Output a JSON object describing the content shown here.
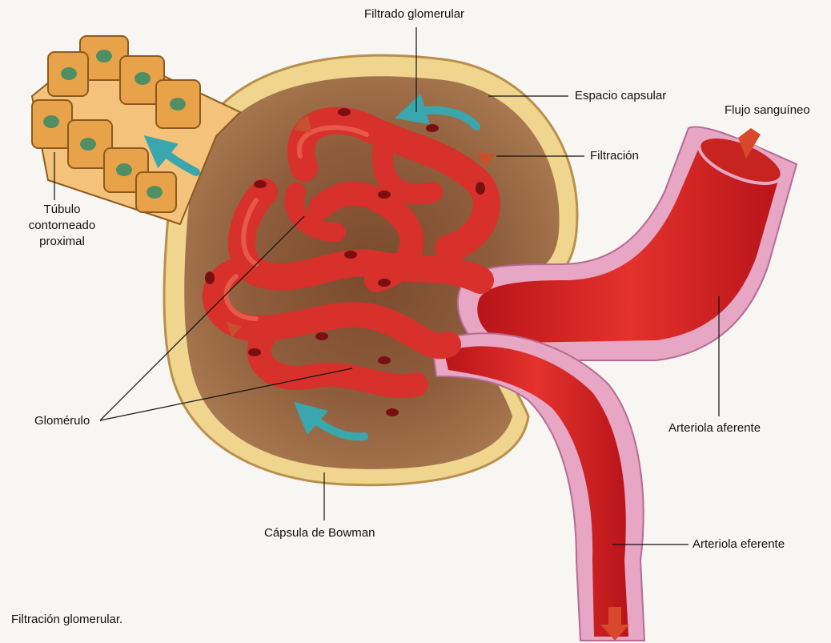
{
  "caption": "Filtración glomerular.",
  "labels": {
    "filtrado_glomerular": "Filtrado glomerular",
    "espacio_capsular": "Espacio capsular",
    "filtracion": "Filtración",
    "flujo_sanguineo": "Flujo sanguíneo",
    "tubulo_line1": "Túbulo",
    "tubulo_line2": "contorneado",
    "tubulo_line3": "proximal",
    "glomerulo": "Glomérulo",
    "capsula_bowman": "Cápsula de Bowman",
    "arteriola_aferente": "Arteriola aferente",
    "arteriola_eferente": "Arteriola eferente"
  },
  "colors": {
    "capsule_fill": "#8a5a38",
    "capsule_wall": "#f0d58f",
    "capillary": "#d8302a",
    "arteriole_wall": "#e6a6c4",
    "cell": "#e8a34a",
    "nucleus": "#4f8f63",
    "flow_arrow": "#3aa6ad",
    "blood_arrow": "#d9482b"
  }
}
